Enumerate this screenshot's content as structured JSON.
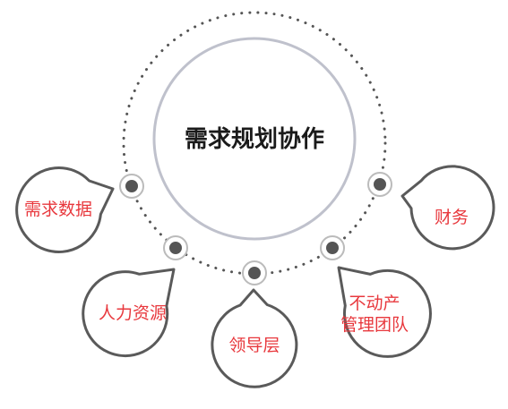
{
  "diagram": {
    "center_label": "需求规划协作",
    "accent_color": "#e8383d",
    "ring_color": "#bfc1cc",
    "dot_color": "#555555",
    "bubbles": [
      {
        "label": "需求数据"
      },
      {
        "label": "人力资源"
      },
      {
        "label": "领导层"
      },
      {
        "label": "不动产",
        "label2": "管理团队"
      },
      {
        "label": "财务"
      }
    ]
  }
}
